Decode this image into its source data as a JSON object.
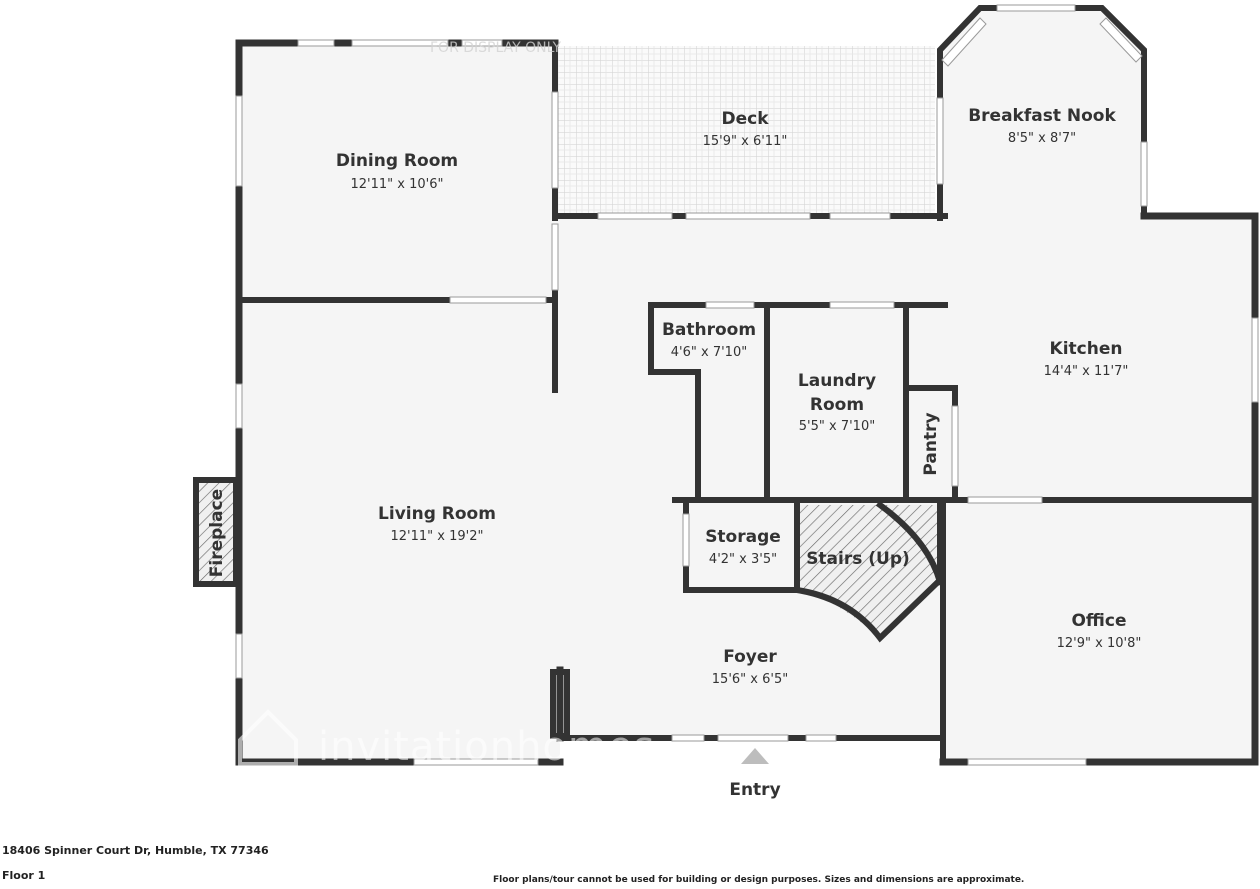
{
  "plan": {
    "colors": {
      "wall": "#333333",
      "floor": "#f5f5f5",
      "window": "#ffffff",
      "deck_grid": "#d6d6d6",
      "stairs_hatch": "#555555"
    },
    "rooms": {
      "dining": {
        "name": "Dining Room",
        "dims": "12'11\" x 10'6\""
      },
      "deck": {
        "name": "Deck",
        "dims": "15'9\" x 6'11\""
      },
      "breakfast": {
        "name": "Breakfast Nook",
        "dims": "8'5\" x 8'7\""
      },
      "bathroom": {
        "name": "Bathroom",
        "dims": "4'6\" x 7'10\""
      },
      "laundry": {
        "name_line1": "Laundry",
        "name_line2": "Room",
        "dims": "5'5\" x 7'10\""
      },
      "kitchen": {
        "name": "Kitchen",
        "dims": "14'4\" x 11'7\""
      },
      "pantry": {
        "name": "Pantry"
      },
      "living": {
        "name": "Living Room",
        "dims": "12'11\" x 19'2\""
      },
      "fireplace": {
        "name": "Fireplace"
      },
      "storage": {
        "name": "Storage",
        "dims": "4'2\" x 3'5\""
      },
      "stairs": {
        "name": "Stairs (Up)"
      },
      "foyer": {
        "name": "Foyer",
        "dims": "15'6\" x 6'5\""
      },
      "office": {
        "name": "Office",
        "dims": "12'9\" x 10'8\""
      }
    },
    "entry_label": "Entry"
  },
  "watermark": {
    "text": "invitationhomes",
    "top_text": "FOR DISPLAY ONLY"
  },
  "footer": {
    "address": "18406 Spinner Court Dr, Humble, TX 77346",
    "floor": "Floor 1",
    "disclaimer": "Floor plans/tour cannot be used for building or design purposes. Sizes and dimensions are approximate."
  }
}
